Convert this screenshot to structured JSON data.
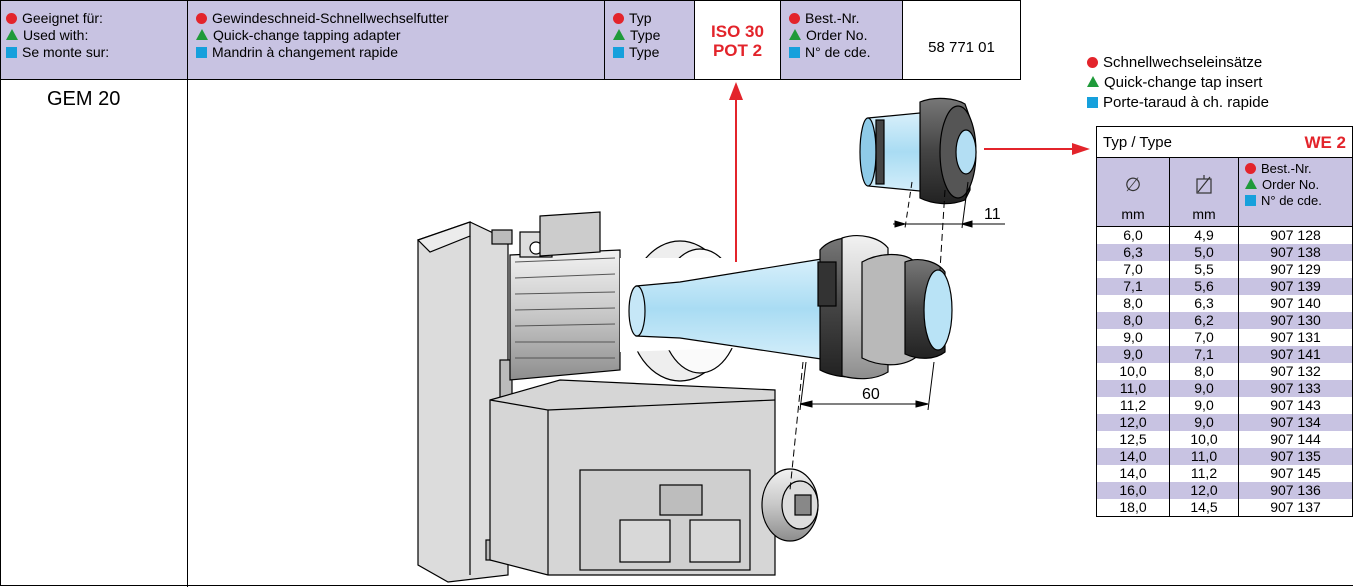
{
  "colors": {
    "red": "#e3242b",
    "green": "#1f9a3a",
    "blue": "#16a0dc",
    "lavender": "#c8c3e2"
  },
  "header": {
    "suited": [
      "Geeignet für:",
      "Used with:",
      "Se monte sur:"
    ],
    "product": [
      "Gewindeschneid-Schnellwechselfutter",
      "Quick-change tapping adapter",
      "Mandrin à changement rapide"
    ],
    "type_label": [
      "Typ",
      "Type",
      "Type"
    ],
    "type_value": [
      "ISO 30",
      "POT 2"
    ],
    "order_label": [
      "Best.-Nr.",
      "Order No.",
      "N° de cde."
    ],
    "order_value": "58 771 01"
  },
  "machine": "GEM 20",
  "dimensions": {
    "insert_length": "11",
    "adapter_length": "60"
  },
  "insert_legend": [
    "Schnellwechseleinsätze",
    "Quick-change tap insert",
    "Porte-taraud à ch. rapide"
  ],
  "table": {
    "type_label": "Typ / Type",
    "type_value": "WE 2",
    "col_units": [
      "mm",
      "mm"
    ],
    "order_header": [
      "Best.-Nr.",
      "Order No.",
      "N° de cde."
    ],
    "rows": [
      [
        "6,0",
        "4,9",
        "907 128"
      ],
      [
        "6,3",
        "5,0",
        "907 138"
      ],
      [
        "7,0",
        "5,5",
        "907 129"
      ],
      [
        "7,1",
        "5,6",
        "907 139"
      ],
      [
        "8,0",
        "6,3",
        "907 140"
      ],
      [
        "8,0",
        "6,2",
        "907 130"
      ],
      [
        "9,0",
        "7,0",
        "907 131"
      ],
      [
        "9,0",
        "7,1",
        "907 141"
      ],
      [
        "10,0",
        "8,0",
        "907 132"
      ],
      [
        "11,0",
        "9,0",
        "907 133"
      ],
      [
        "11,2",
        "9,0",
        "907 143"
      ],
      [
        "12,0",
        "9,0",
        "907 134"
      ],
      [
        "12,5",
        "10,0",
        "907 144"
      ],
      [
        "14,0",
        "11,0",
        "907 135"
      ],
      [
        "14,0",
        "11,2",
        "907 145"
      ],
      [
        "16,0",
        "12,0",
        "907 136"
      ],
      [
        "18,0",
        "14,5",
        "907 137"
      ]
    ]
  }
}
